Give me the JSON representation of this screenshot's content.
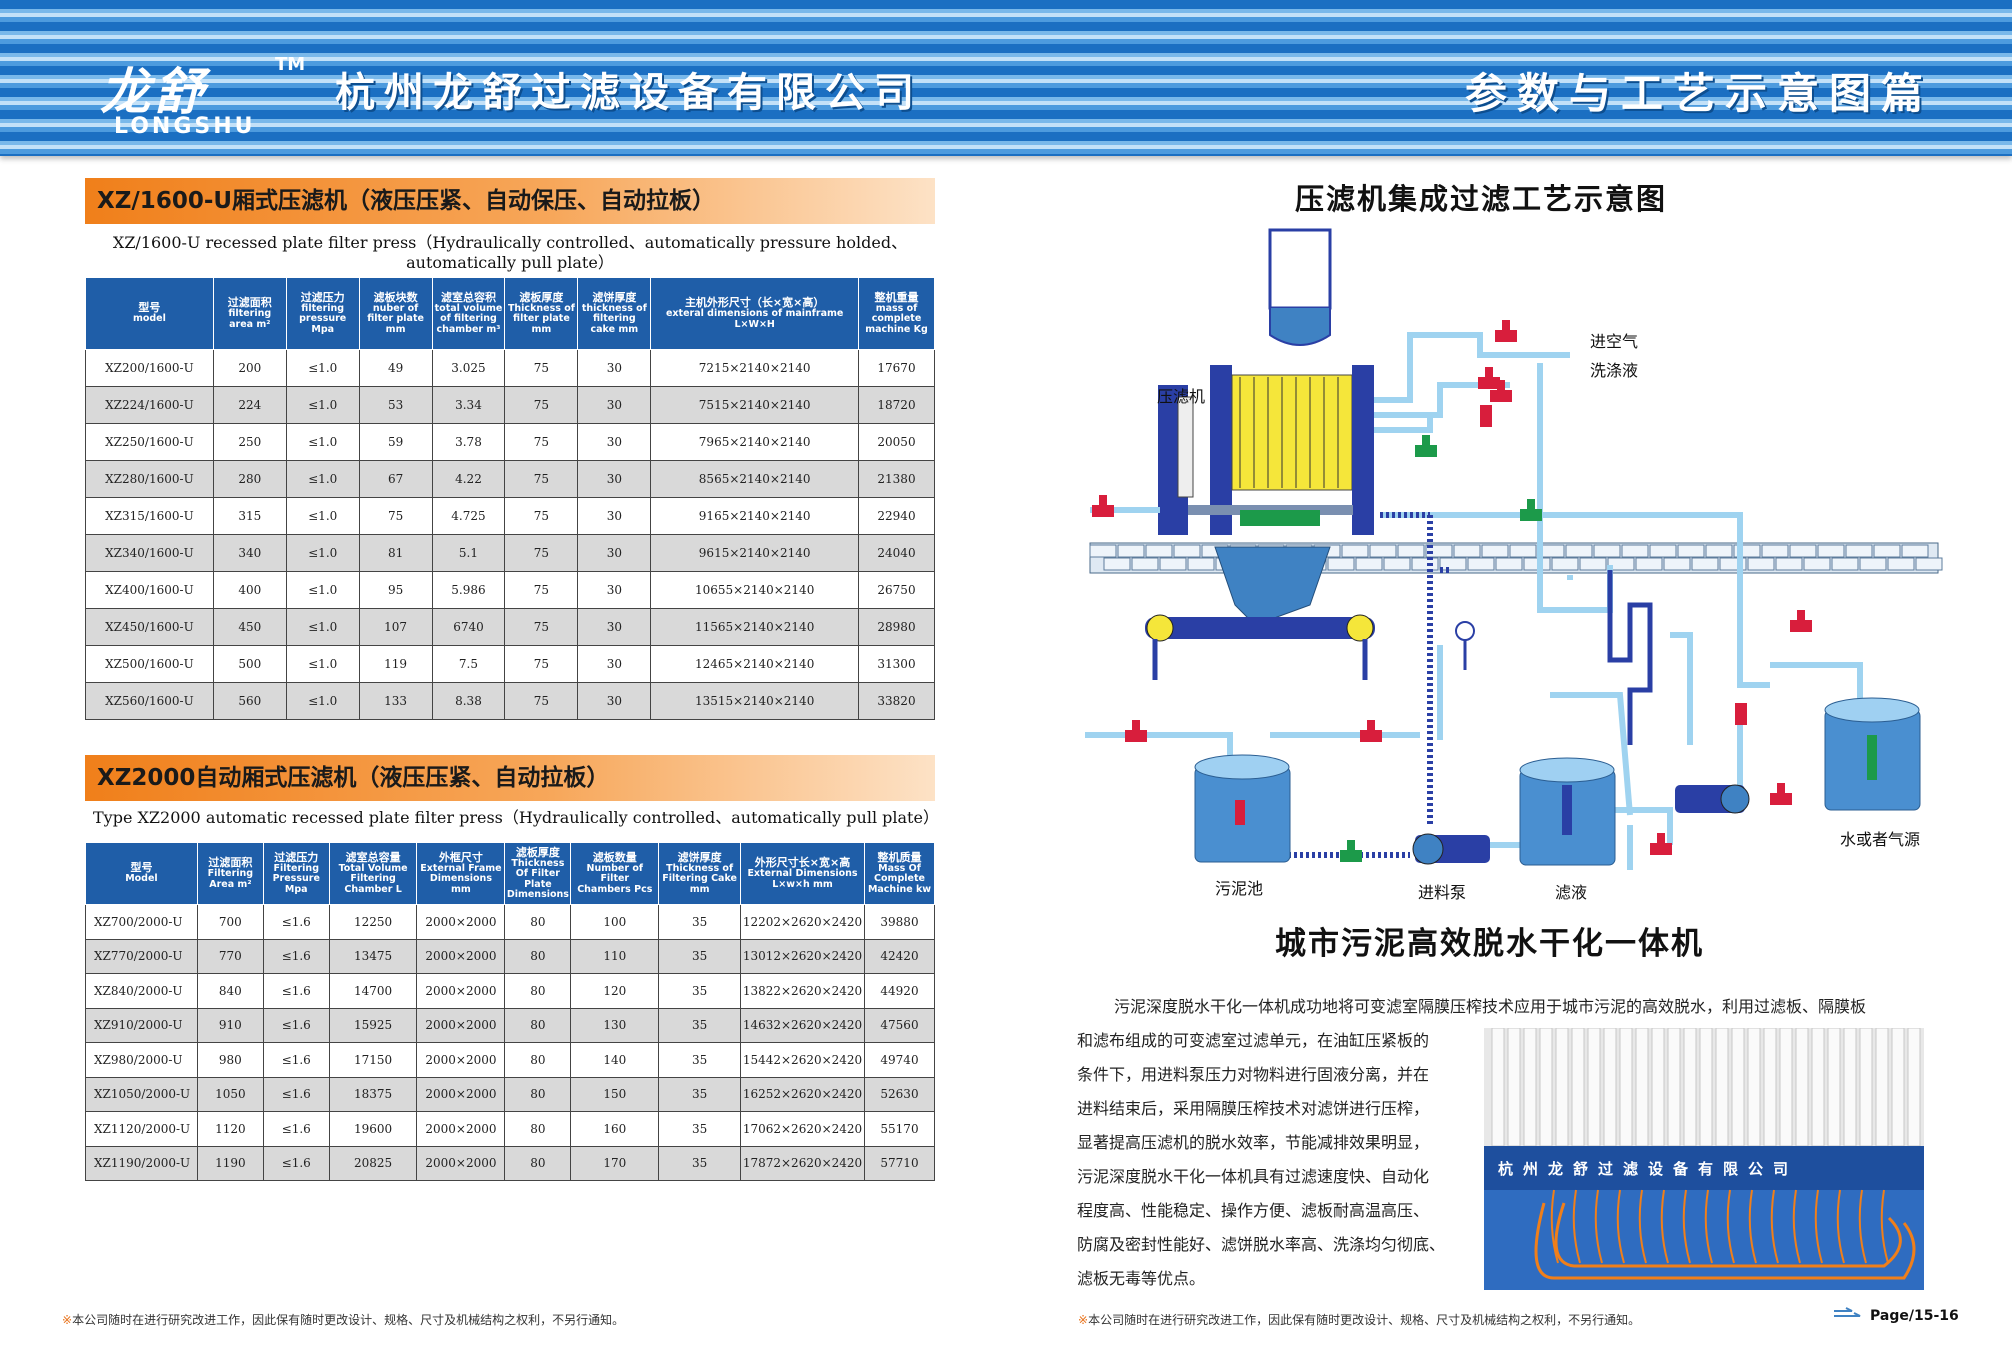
{
  "header": {
    "logo_cn": "龙舒",
    "logo_tm": "TM",
    "logo_en": "LONGSHU",
    "company": "杭州龙舒过滤设备有限公司",
    "section": "参数与工艺示意图篇"
  },
  "table1": {
    "banner": "XZ/1600-U厢式压滤机（液压压紧、自动保压、自动拉板）",
    "subtitle_line1": "XZ/1600-U recessed plate filter press（Hydraulically  controlled、automatically pressure holded、",
    "subtitle_line2": "automatically pull plate）",
    "headers": [
      {
        "cn": "型号",
        "en": "model"
      },
      {
        "cn": "过滤面积",
        "en": "filtering area m²"
      },
      {
        "cn": "过滤压力",
        "en": "filtering pressure Mpa"
      },
      {
        "cn": "滤板块数",
        "en": "nuber of filter plate mm"
      },
      {
        "cn": "滤室总容积",
        "en": "total volume of filtering chamber m³"
      },
      {
        "cn": "滤板厚度",
        "en": "Thickness of filter plate mm"
      },
      {
        "cn": "滤饼厚度",
        "en": "thickness of filtering cake mm"
      },
      {
        "cn": "主机外形尺寸（长×宽×高）",
        "en": "exteral dimensions of mainframe L×W×H"
      },
      {
        "cn": "整机重量",
        "en": "mass of complete machine Kg"
      }
    ],
    "rows": [
      [
        "XZ200/1600-U",
        "200",
        "≤1.0",
        "49",
        "3.025",
        "75",
        "30",
        "7215×2140×2140",
        "17670"
      ],
      [
        "XZ224/1600-U",
        "224",
        "≤1.0",
        "53",
        "3.34",
        "75",
        "30",
        "7515×2140×2140",
        "18720"
      ],
      [
        "XZ250/1600-U",
        "250",
        "≤1.0",
        "59",
        "3.78",
        "75",
        "30",
        "7965×2140×2140",
        "20050"
      ],
      [
        "XZ280/1600-U",
        "280",
        "≤1.0",
        "67",
        "4.22",
        "75",
        "30",
        "8565×2140×2140",
        "21380"
      ],
      [
        "XZ315/1600-U",
        "315",
        "≤1.0",
        "75",
        "4.725",
        "75",
        "30",
        "9165×2140×2140",
        "22940"
      ],
      [
        "XZ340/1600-U",
        "340",
        "≤1.0",
        "81",
        "5.1",
        "75",
        "30",
        "9615×2140×2140",
        "24040"
      ],
      [
        "XZ400/1600-U",
        "400",
        "≤1.0",
        "95",
        "5.986",
        "75",
        "30",
        "10655×2140×2140",
        "26750"
      ],
      [
        "XZ450/1600-U",
        "450",
        "≤1.0",
        "107",
        "6740",
        "75",
        "30",
        "11565×2140×2140",
        "28980"
      ],
      [
        "XZ500/1600-U",
        "500",
        "≤1.0",
        "119",
        "7.5",
        "75",
        "30",
        "12465×2140×2140",
        "31300"
      ],
      [
        "XZ560/1600-U",
        "560",
        "≤1.0",
        "133",
        "8.38",
        "75",
        "30",
        "13515×2140×2140",
        "33820"
      ]
    ]
  },
  "table2": {
    "banner": "XZ2000自动厢式压滤机（液压压紧、自动拉板）",
    "subtitle": "Type XZ2000 automatic recessed plate filter press（Hydraulically controlled、automatically pull plate）",
    "headers": [
      {
        "cn": "型号",
        "en": "Model"
      },
      {
        "cn": "过滤面积",
        "en": "Filtering Area m²"
      },
      {
        "cn": "过滤压力",
        "en": "Filtering Pressure Mpa"
      },
      {
        "cn": "滤室总容量",
        "en": "Total Volume Filtering Chamber L"
      },
      {
        "cn": "外框尺寸",
        "en": "External Frame Dimensions mm"
      },
      {
        "cn": "滤板厚度",
        "en": "Thickness Of Filter Plate Dimensions"
      },
      {
        "cn": "滤板数量",
        "en": "Number of Filter Chambers Pcs"
      },
      {
        "cn": "滤饼厚度",
        "en": "Thickness of Filtering Cake mm"
      },
      {
        "cn": "外形尺寸长×宽×高",
        "en": "External Dimensions L×w×h mm"
      },
      {
        "cn": "整机质量",
        "en": "Mass Of Complete Machine kw"
      }
    ],
    "rows": [
      [
        "XZ700/2000-U",
        "700",
        "≤1.6",
        "12250",
        "2000×2000",
        "80",
        "100",
        "35",
        "12202×2620×2420",
        "39880"
      ],
      [
        "XZ770/2000-U",
        "770",
        "≤1.6",
        "13475",
        "2000×2000",
        "80",
        "110",
        "35",
        "13012×2620×2420",
        "42420"
      ],
      [
        "XZ840/2000-U",
        "840",
        "≤1.6",
        "14700",
        "2000×2000",
        "80",
        "120",
        "35",
        "13822×2620×2420",
        "44920"
      ],
      [
        "XZ910/2000-U",
        "910",
        "≤1.6",
        "15925",
        "2000×2000",
        "80",
        "130",
        "35",
        "14632×2620×2420",
        "47560"
      ],
      [
        "XZ980/2000-U",
        "980",
        "≤1.6",
        "17150",
        "2000×2000",
        "80",
        "140",
        "35",
        "15442×2620×2420",
        "49740"
      ],
      [
        "XZ1050/2000-U",
        "1050",
        "≤1.6",
        "18375",
        "2000×2000",
        "80",
        "150",
        "35",
        "16252×2620×2420",
        "52630"
      ],
      [
        "XZ1120/2000-U",
        "1120",
        "≤1.6",
        "19600",
        "2000×2000",
        "80",
        "160",
        "35",
        "17062×2620×2420",
        "55170"
      ],
      [
        "XZ1190/2000-U",
        "1190",
        "≤1.6",
        "20825",
        "2000×2000",
        "80",
        "170",
        "35",
        "17872×2620×2420",
        "57710"
      ]
    ]
  },
  "diagram": {
    "title": "压滤机集成过滤工艺示意图",
    "labels": {
      "filter_press": "压滤机",
      "air_in": "进空气",
      "wash": "洗涤液",
      "sludge_pool": "污泥池",
      "feed_pump": "进料泵",
      "filtrate": "滤液",
      "water_source": "水或者气源"
    }
  },
  "product": {
    "title": "城市污泥高效脱水干化一体机",
    "para_first": "污泥深度脱水干化一体机成功地将可变滤室隔膜压榨技术应用于城市污泥的高效脱水，利用过滤板、隔膜板",
    "para_lines": [
      "和滤布组成的可变滤室过滤单元，在油缸压紧板的",
      "条件下，用进料泵压力对物料进行固液分离，并在",
      "进料结束后，采用隔膜压榨技术对滤饼进行压榨，",
      "显著提高压滤机的脱水效率，节能减排效果明显，",
      "污泥深度脱水干化一体机具有过滤速度快、自动化",
      "程度高、性能稳定、操作方便、滤板耐高温高压、",
      "防腐及密封性能好、滤饼脱水率高、洗涤均匀彻底、",
      "滤板无毒等优点。"
    ],
    "photo_text": "杭州龙舒过滤设备有限公司"
  },
  "footer": {
    "star": "※",
    "note": "本公司随时在进行研究改进工作，因此保有随时更改设计、规格、尺寸及机械结构之权利，不另行通知。",
    "page": "Page/15-16"
  },
  "colors": {
    "header_blue": "#1b6fc2",
    "table_header": "#1f5ea8",
    "banner_orange": "#f07f1a",
    "press_yellow": "#f5e63a",
    "pipe_blue": "#2a3fa5",
    "valve_red": "#d81e3c",
    "valve_green": "#1c9a4a"
  }
}
